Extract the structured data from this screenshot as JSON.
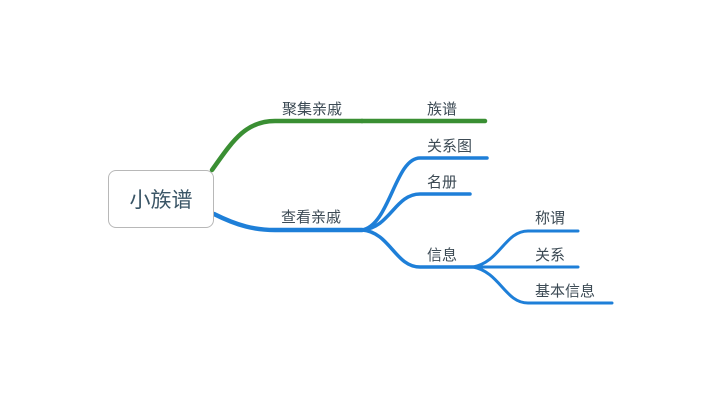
{
  "mindmap": {
    "root": {
      "label": "小族谱"
    },
    "colors": {
      "green": "#3a8f33",
      "blue": "#1e7fd8"
    },
    "branches": [
      {
        "label": "聚集亲戚",
        "color": "green",
        "children": [
          {
            "label": "族谱"
          }
        ]
      },
      {
        "label": "查看亲戚",
        "color": "blue",
        "children": [
          {
            "label": "关系图"
          },
          {
            "label": "名册"
          },
          {
            "label": "信息",
            "children": [
              {
                "label": "称谓"
              },
              {
                "label": "关系"
              },
              {
                "label": "基本信息"
              }
            ]
          }
        ]
      }
    ]
  }
}
